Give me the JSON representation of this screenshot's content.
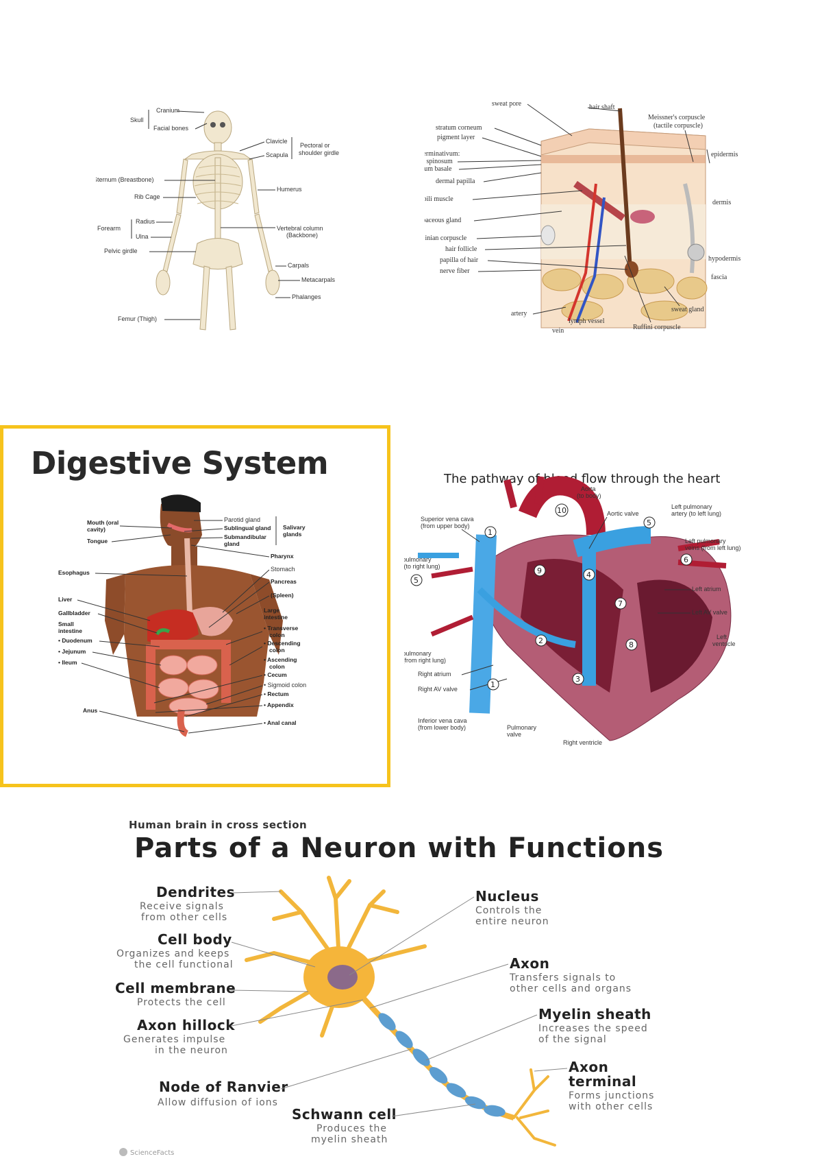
{
  "skeleton": {
    "labels": {
      "skull": "Skull",
      "cranium": "Cranium",
      "facial_bones": "Facial bones",
      "clavicle": "Clavicle",
      "scapula": "Scapula",
      "pectoral": "Pectoral or",
      "pectoral2": "shoulder girdle",
      "sternum": "Sternum (Breastbone)",
      "humerus": "Humerus",
      "rib_cage": "Rib Cage",
      "radius": "Radius",
      "forearm": "Forearm",
      "ulna": "Ulna",
      "vertebral": "Vertebral column",
      "backbone": "(Backbone)",
      "pelvic": "Pelvic girdle",
      "carpals": "Carpals",
      "metacarpals": "Metacarpals",
      "phalanges": "Phalanges",
      "femur": "Femur (Thigh)"
    }
  },
  "skin": {
    "labels": {
      "sweat_pore": "sweat pore",
      "hair_shaft": "hair shaft",
      "meissner": "Meissner's corpuscle",
      "meissner2": "(tactile corpuscle)",
      "corneum": "stratum corneum",
      "pigment": "pigment layer",
      "germinativum": "stratum germinativum:",
      "spinosum": "stratum spinosum",
      "basale": "stratum basale",
      "papilla": "dermal papilla",
      "arrector": "arrector pili muscle",
      "sebaceous": "sebaceous gland",
      "pacinian": "Pacinian corpuscle",
      "follicle": "hair follicle",
      "papilla_hair": "papilla of hair",
      "nerve": "nerve fiber",
      "epidermis": "epidermis",
      "dermis": "dermis",
      "hypodermis": "hypodermis",
      "fascia": "fascia",
      "artery": "artery",
      "lymph": "lymph vessel",
      "vein": "vein",
      "sweat_gland": "sweat gland",
      "ruffini": "Ruffini corpuscle"
    }
  },
  "digestive": {
    "title": "Digestive System",
    "border_color": "#f6c31c",
    "labels": {
      "mouth": "Mouth (oral",
      "mouth2": "cavity)",
      "tongue": "Tongue",
      "parotid": "Parotid gland",
      "sublingual": "Sublingual gland",
      "submandibular": "Submandibular",
      "submandibular2": "gland",
      "salivary": "Salivary",
      "salivary2": "glands",
      "pharynx": "Pharynx",
      "esophagus": "Esophagus",
      "stomach": "Stomach",
      "pancreas": "Pancreas",
      "spleen": "(Spleen)",
      "liver": "Liver",
      "gallbladder": "Gallbladder",
      "large": "Large",
      "large2": "intestine",
      "small": "Small",
      "small2": "intestine",
      "duodenum": "• Duodenum",
      "jejunum": "• Jejunum",
      "ileum": "• Ileum",
      "transverse": "• Transverse",
      "transverse2": "colon",
      "descending": "• Descending",
      "descending2": "colon",
      "ascending": "• Ascending",
      "ascending2": "colon",
      "cecum": "• Cecum",
      "sigmoid": "• Sigmoid colon",
      "rectum": "• Rectum",
      "appendix": "• Appendix",
      "anus": "Anus",
      "anal": "• Anal canal"
    }
  },
  "heart": {
    "title": "The pathway of blood flow through the heart",
    "labels": {
      "aorta": "Aorta",
      "aorta2": "(to body)",
      "aortic_valve": "Aortic valve",
      "lpa": "Left pulmonary",
      "lpa2": "artery (to left lung)",
      "svc": "Superior vena cava",
      "svc2": "(from upper body)",
      "lpv": "Left pulmonary",
      "lpv2": "veins (from left lung)",
      "rpa": "Right pulmonary",
      "rpa2": "artery (to right lung)",
      "la": "Left atrium",
      "lav": "Left AV valve",
      "rpv": "Right pulmonary",
      "rpv2": "veins (from right lung)",
      "lv": "Left",
      "lv2": "ventricle",
      "ra": "Right atrium",
      "rav": "Right AV valve",
      "ivc": "Inferior vena cava",
      "ivc2": "(from lower body)",
      "pv": "Pulmonary",
      "pv2": "valve",
      "rv": "Right ventricle"
    },
    "steps": [
      "1",
      "2",
      "3",
      "4",
      "5",
      "6",
      "7",
      "8",
      "9",
      "10"
    ]
  },
  "brain": {
    "caption": "Human brain in cross section"
  },
  "neuron": {
    "title": "Parts of a Neuron with Functions",
    "parts": [
      {
        "name": "Dendrites",
        "desc1": "Receive signals",
        "desc2": "from other cells"
      },
      {
        "name": "Cell body",
        "desc1": "Organizes and keeps",
        "desc2": "the cell functional"
      },
      {
        "name": "Cell membrane",
        "desc1": "Protects the cell",
        "desc2": ""
      },
      {
        "name": "Axon hillock",
        "desc1": "Generates impulse",
        "desc2": "in the neuron"
      },
      {
        "name": "Node of Ranvier",
        "desc1": "Allow diffusion of ions",
        "desc2": ""
      },
      {
        "name": "Schwann cell",
        "desc1": "Produces the",
        "desc2": "myelin sheath"
      },
      {
        "name": "Nucleus",
        "desc1": "Controls the",
        "desc2": "entire neuron"
      },
      {
        "name": "Axon",
        "desc1": "Transfers signals to",
        "desc2": "other cells and organs"
      },
      {
        "name": "Myelin sheath",
        "desc1": "Increases the speed",
        "desc2": "of the signal"
      },
      {
        "name": "Axon",
        "name2": "terminal",
        "desc1": "Forms junctions",
        "desc2": "with other cells"
      }
    ],
    "logo": "ScienceFacts"
  }
}
